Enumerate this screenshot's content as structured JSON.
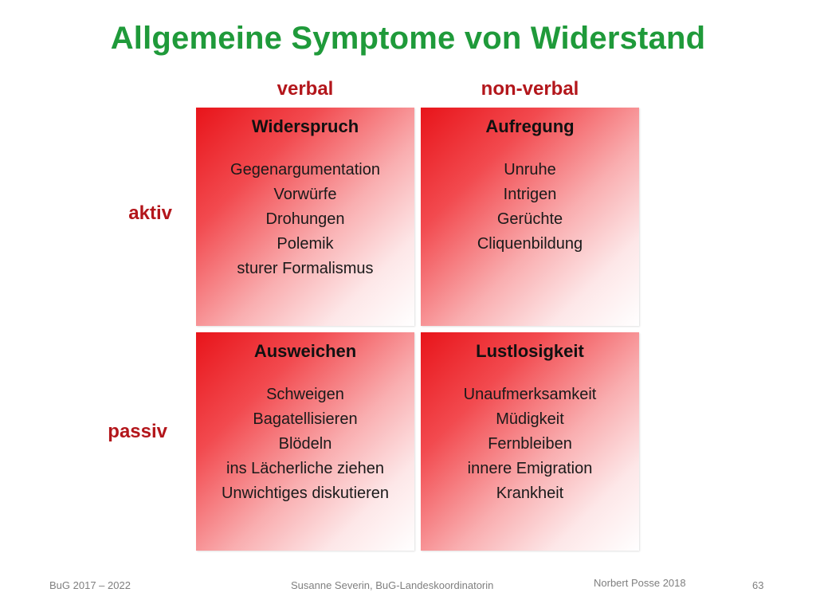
{
  "slide": {
    "title": "Allgemeine Symptome von Widerstand",
    "columns": [
      "verbal",
      "non-verbal"
    ],
    "rows": [
      "aktiv",
      "passiv"
    ],
    "cells": [
      {
        "title": "Widerspruch",
        "items": [
          "Gegenargumentation",
          "Vorwürfe",
          "Drohungen",
          "Polemik",
          "sturer Formalismus"
        ]
      },
      {
        "title": "Aufregung",
        "items": [
          "Unruhe",
          "Intrigen",
          "Gerüchte",
          "Cliquenbildung"
        ]
      },
      {
        "title": "Ausweichen",
        "items": [
          "Schweigen",
          "Bagatellisieren",
          "Blödeln",
          "ins Lächerliche ziehen",
          "Unwichtiges diskutieren"
        ]
      },
      {
        "title": "Lustlosigkeit",
        "items": [
          "Unaufmerksamkeit",
          "Müdigkeit",
          "Fernbleiben",
          "innere Emigration",
          "Krankheit"
        ]
      }
    ]
  },
  "footer": {
    "left": "BuG 2017 – 2022",
    "center": "Susanne Severin, BuG-Landeskoordinatorin",
    "author": "Norbert Posse 2018",
    "page": "63"
  },
  "colors": {
    "title": "#1f9a3a",
    "headers": "#b3161b",
    "box_gradient_start": "#e8141a",
    "box_gradient_end": "#ffffff"
  }
}
